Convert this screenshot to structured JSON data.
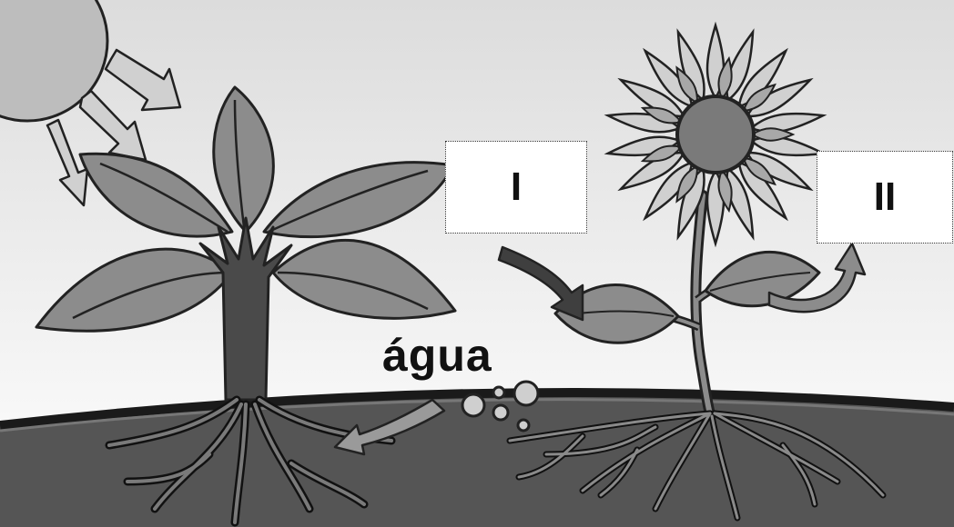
{
  "labels": {
    "box_one": "I",
    "box_two": "II",
    "water": "água"
  },
  "colors": {
    "sky_top": "#e2e2e2",
    "sky_bottom": "#ffffff",
    "soil": "#555555",
    "soil_line": "#1a1a1a",
    "leaf": "#8c8c8c",
    "leaf_dark": "#6e6e6e",
    "trunk": "#4a4a4a",
    "sun": "#bdbdbd",
    "arrow_light": "#cfcfcf",
    "arrow_dark": "#3f3f3f",
    "petal": "#cfcfcf",
    "flower_center": "#7a7a7a"
  }
}
